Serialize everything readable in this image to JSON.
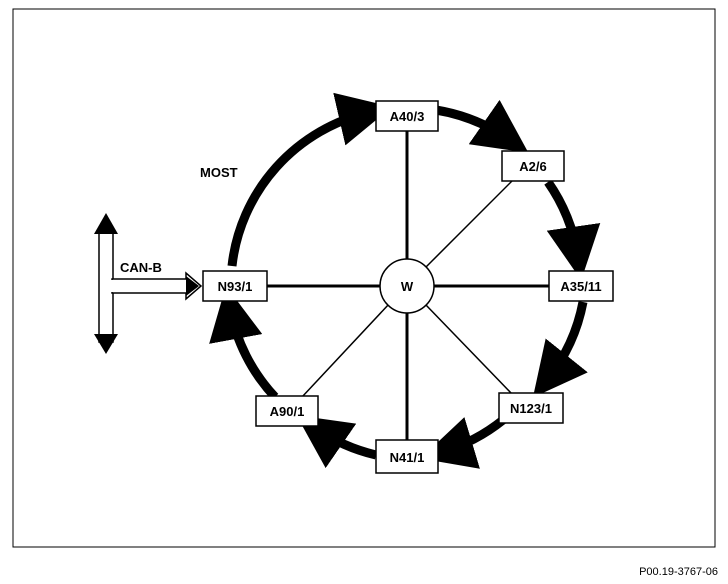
{
  "diagram": {
    "bus_label": "MOST",
    "can_label": "CAN-B",
    "center_label": "W",
    "nodes": [
      {
        "id": "a40-3",
        "label": "A40/3"
      },
      {
        "id": "a2-6",
        "label": "A2/6"
      },
      {
        "id": "a35-11",
        "label": "A35/11"
      },
      {
        "id": "n123-1",
        "label": "N123/1"
      },
      {
        "id": "n41-1",
        "label": "N41/1"
      },
      {
        "id": "a90-1",
        "label": "A90/1"
      },
      {
        "id": "n93-1",
        "label": "N93/1"
      }
    ]
  },
  "figure_ref": "P00.19-3767-06",
  "colors": {
    "ink": "#000000",
    "background": "#ffffff"
  }
}
